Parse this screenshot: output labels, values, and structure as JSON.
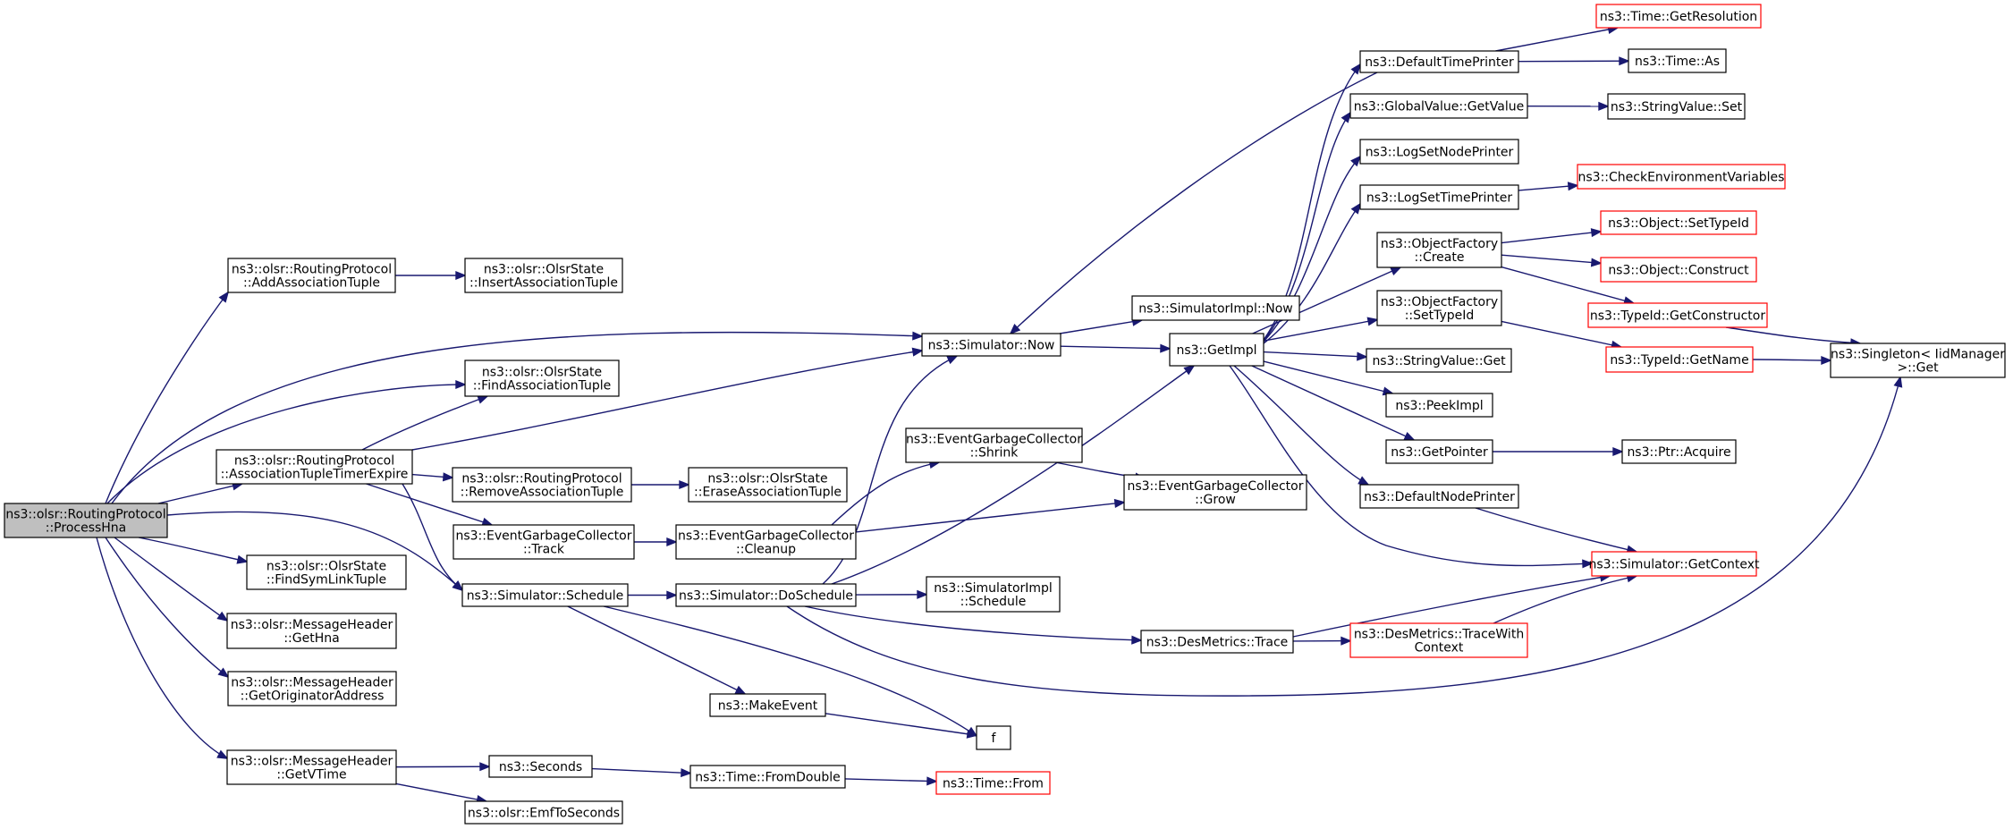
{
  "colors": {
    "edge": "#191970",
    "node_border": "#000000",
    "node_fill": "#ffffff",
    "root_fill": "#bfbfbf",
    "truncated_border": "#ff0000"
  },
  "nodes": [
    {
      "id": "processhna",
      "lines": [
        "ns3::olsr::RoutingProtocol",
        "::ProcessHna"
      ],
      "style": "root"
    },
    {
      "id": "addassoc",
      "lines": [
        "ns3::olsr::RoutingProtocol",
        "::AddAssociationTuple"
      ],
      "style": "normal"
    },
    {
      "id": "insertassoc",
      "lines": [
        "ns3::olsr::OlsrState",
        "::InsertAssociationTuple"
      ],
      "style": "normal"
    },
    {
      "id": "simnow",
      "lines": [
        "ns3::Simulator::Now"
      ],
      "style": "normal"
    },
    {
      "id": "simimplnow",
      "lines": [
        "ns3::SimulatorImpl::Now"
      ],
      "style": "normal"
    },
    {
      "id": "getimpl",
      "lines": [
        "ns3::GetImpl"
      ],
      "style": "normal"
    },
    {
      "id": "findassoc",
      "lines": [
        "ns3::olsr::OlsrState",
        "::FindAssociationTuple"
      ],
      "style": "normal"
    },
    {
      "id": "assoctimer",
      "lines": [
        "ns3::olsr::RoutingProtocol",
        "::AssociationTupleTimerExpire"
      ],
      "style": "normal"
    },
    {
      "id": "removeassoc",
      "lines": [
        "ns3::olsr::RoutingProtocol",
        "::RemoveAssociationTuple"
      ],
      "style": "normal"
    },
    {
      "id": "eraseassoc",
      "lines": [
        "ns3::olsr::OlsrState",
        "::EraseAssociationTuple"
      ],
      "style": "normal"
    },
    {
      "id": "egctrack",
      "lines": [
        "ns3::EventGarbageCollector",
        "::Track"
      ],
      "style": "normal"
    },
    {
      "id": "egccleanup",
      "lines": [
        "ns3::EventGarbageCollector",
        "::Cleanup"
      ],
      "style": "normal"
    },
    {
      "id": "egcshrink",
      "lines": [
        "ns3::EventGarbageCollector",
        "::Shrink"
      ],
      "style": "normal"
    },
    {
      "id": "egcgrow",
      "lines": [
        "ns3::EventGarbageCollector",
        "::Grow"
      ],
      "style": "normal"
    },
    {
      "id": "findsymlink",
      "lines": [
        "ns3::olsr::OlsrState",
        "::FindSymLinkTuple"
      ],
      "style": "normal"
    },
    {
      "id": "simschedule",
      "lines": [
        "ns3::Simulator::Schedule"
      ],
      "style": "normal"
    },
    {
      "id": "simdoschedule",
      "lines": [
        "ns3::Simulator::DoSchedule"
      ],
      "style": "normal"
    },
    {
      "id": "simimplschedule",
      "lines": [
        "ns3::SimulatorImpl",
        "::Schedule"
      ],
      "style": "normal"
    },
    {
      "id": "gethna",
      "lines": [
        "ns3::olsr::MessageHeader",
        "::GetHna"
      ],
      "style": "normal"
    },
    {
      "id": "getorig",
      "lines": [
        "ns3::olsr::MessageHeader",
        "::GetOriginatorAddress"
      ],
      "style": "normal"
    },
    {
      "id": "getvtime",
      "lines": [
        "ns3::olsr::MessageHeader",
        "::GetVTime"
      ],
      "style": "normal"
    },
    {
      "id": "seconds",
      "lines": [
        "ns3::Seconds"
      ],
      "style": "normal"
    },
    {
      "id": "emftoseconds",
      "lines": [
        "ns3::olsr::EmfToSeconds"
      ],
      "style": "normal"
    },
    {
      "id": "timefromdouble",
      "lines": [
        "ns3::Time::FromDouble"
      ],
      "style": "normal"
    },
    {
      "id": "timefrom",
      "lines": [
        "ns3::Time::From"
      ],
      "style": "truncated"
    },
    {
      "id": "makeevent",
      "lines": [
        "ns3::MakeEvent"
      ],
      "style": "normal"
    },
    {
      "id": "f",
      "lines": [
        "f"
      ],
      "style": "normal"
    },
    {
      "id": "destrace",
      "lines": [
        "ns3::DesMetrics::Trace"
      ],
      "style": "normal"
    },
    {
      "id": "destracewith",
      "lines": [
        "ns3::DesMetrics::TraceWith",
        "Context"
      ],
      "style": "truncated"
    },
    {
      "id": "simgetcontext",
      "lines": [
        "ns3::Simulator::GetContext"
      ],
      "style": "truncated"
    },
    {
      "id": "defaulttimeprinter",
      "lines": [
        "ns3::DefaultTimePrinter"
      ],
      "style": "normal"
    },
    {
      "id": "timegetres",
      "lines": [
        "ns3::Time::GetResolution"
      ],
      "style": "truncated"
    },
    {
      "id": "timeas",
      "lines": [
        "ns3::Time::As"
      ],
      "style": "normal"
    },
    {
      "id": "globalvalue",
      "lines": [
        "ns3::GlobalValue::GetValue"
      ],
      "style": "normal"
    },
    {
      "id": "stringvalueset",
      "lines": [
        "ns3::StringValue::Set"
      ],
      "style": "normal"
    },
    {
      "id": "logsetnode",
      "lines": [
        "ns3::LogSetNodePrinter"
      ],
      "style": "normal"
    },
    {
      "id": "logsettime",
      "lines": [
        "ns3::LogSetTimePrinter"
      ],
      "style": "normal"
    },
    {
      "id": "checkenv",
      "lines": [
        "ns3::CheckEnvironmentVariables"
      ],
      "style": "truncated"
    },
    {
      "id": "ofcreate",
      "lines": [
        "ns3::ObjectFactory",
        "::Create"
      ],
      "style": "normal"
    },
    {
      "id": "objsettypeid",
      "lines": [
        "ns3::Object::SetTypeId"
      ],
      "style": "truncated"
    },
    {
      "id": "objconstruct",
      "lines": [
        "ns3::Object::Construct"
      ],
      "style": "truncated"
    },
    {
      "id": "typeidgetctor",
      "lines": [
        "ns3::TypeId::GetConstructor"
      ],
      "style": "truncated"
    },
    {
      "id": "ofsettypeid",
      "lines": [
        "ns3::ObjectFactory",
        "::SetTypeId"
      ],
      "style": "normal"
    },
    {
      "id": "typeidgetname",
      "lines": [
        "ns3::TypeId::GetName"
      ],
      "style": "truncated"
    },
    {
      "id": "singleton",
      "lines": [
        "ns3::Singleton< IidManager",
        " >::Get"
      ],
      "style": "normal"
    },
    {
      "id": "stringvalueget",
      "lines": [
        "ns3::StringValue::Get"
      ],
      "style": "normal"
    },
    {
      "id": "peekimpl",
      "lines": [
        "ns3::PeekImpl"
      ],
      "style": "normal"
    },
    {
      "id": "getpointer",
      "lines": [
        "ns3::GetPointer"
      ],
      "style": "normal"
    },
    {
      "id": "ptracquire",
      "lines": [
        "ns3::Ptr::Acquire"
      ],
      "style": "normal"
    },
    {
      "id": "defaultnodeprinter",
      "lines": [
        "ns3::DefaultNodePrinter"
      ],
      "style": "normal"
    }
  ],
  "edges": [
    [
      "processhna",
      "addassoc"
    ],
    [
      "processhna",
      "simnow"
    ],
    [
      "processhna",
      "findassoc"
    ],
    [
      "processhna",
      "assoctimer"
    ],
    [
      "processhna",
      "simschedule"
    ],
    [
      "processhna",
      "findsymlink"
    ],
    [
      "processhna",
      "gethna"
    ],
    [
      "processhna",
      "getorig"
    ],
    [
      "processhna",
      "getvtime"
    ],
    [
      "addassoc",
      "insertassoc"
    ],
    [
      "assoctimer",
      "findassoc"
    ],
    [
      "assoctimer",
      "simnow"
    ],
    [
      "assoctimer",
      "removeassoc"
    ],
    [
      "assoctimer",
      "egctrack"
    ],
    [
      "assoctimer",
      "simschedule"
    ],
    [
      "removeassoc",
      "eraseassoc"
    ],
    [
      "egctrack",
      "egccleanup"
    ],
    [
      "egccleanup",
      "egcshrink"
    ],
    [
      "egccleanup",
      "egcgrow"
    ],
    [
      "egcshrink",
      "egcgrow"
    ],
    [
      "simschedule",
      "simdoschedule"
    ],
    [
      "simschedule",
      "makeevent"
    ],
    [
      "simschedule",
      "f"
    ],
    [
      "simdoschedule",
      "simnow"
    ],
    [
      "simdoschedule",
      "getimpl"
    ],
    [
      "simdoschedule",
      "simimplschedule"
    ],
    [
      "simdoschedule",
      "destrace"
    ],
    [
      "simdoschedule",
      "singleton"
    ],
    [
      "makeevent",
      "f"
    ],
    [
      "getvtime",
      "seconds"
    ],
    [
      "getvtime",
      "emftoseconds"
    ],
    [
      "seconds",
      "timefromdouble"
    ],
    [
      "timefromdouble",
      "timefrom"
    ],
    [
      "simnow",
      "simimplnow"
    ],
    [
      "simnow",
      "getimpl"
    ],
    [
      "getimpl",
      "defaulttimeprinter"
    ],
    [
      "getimpl",
      "globalvalue"
    ],
    [
      "getimpl",
      "logsetnode"
    ],
    [
      "getimpl",
      "logsettime"
    ],
    [
      "getimpl",
      "ofcreate"
    ],
    [
      "getimpl",
      "ofsettypeid"
    ],
    [
      "getimpl",
      "stringvalueget"
    ],
    [
      "getimpl",
      "peekimpl"
    ],
    [
      "getimpl",
      "getpointer"
    ],
    [
      "getimpl",
      "defaultnodeprinter"
    ],
    [
      "getimpl",
      "simgetcontext"
    ],
    [
      "defaulttimeprinter",
      "timegetres"
    ],
    [
      "defaulttimeprinter",
      "timeas"
    ],
    [
      "defaulttimeprinter",
      "simnow"
    ],
    [
      "globalvalue",
      "stringvalueset"
    ],
    [
      "logsettime",
      "checkenv"
    ],
    [
      "ofcreate",
      "objsettypeid"
    ],
    [
      "ofcreate",
      "objconstruct"
    ],
    [
      "ofcreate",
      "typeidgetctor"
    ],
    [
      "ofsettypeid",
      "typeidgetname"
    ],
    [
      "typeidgetctor",
      "singleton"
    ],
    [
      "typeidgetname",
      "singleton"
    ],
    [
      "getpointer",
      "ptracquire"
    ],
    [
      "defaultnodeprinter",
      "simgetcontext"
    ],
    [
      "destrace",
      "destracewith"
    ],
    [
      "destrace",
      "simgetcontext"
    ],
    [
      "destracewith",
      "simgetcontext"
    ]
  ]
}
